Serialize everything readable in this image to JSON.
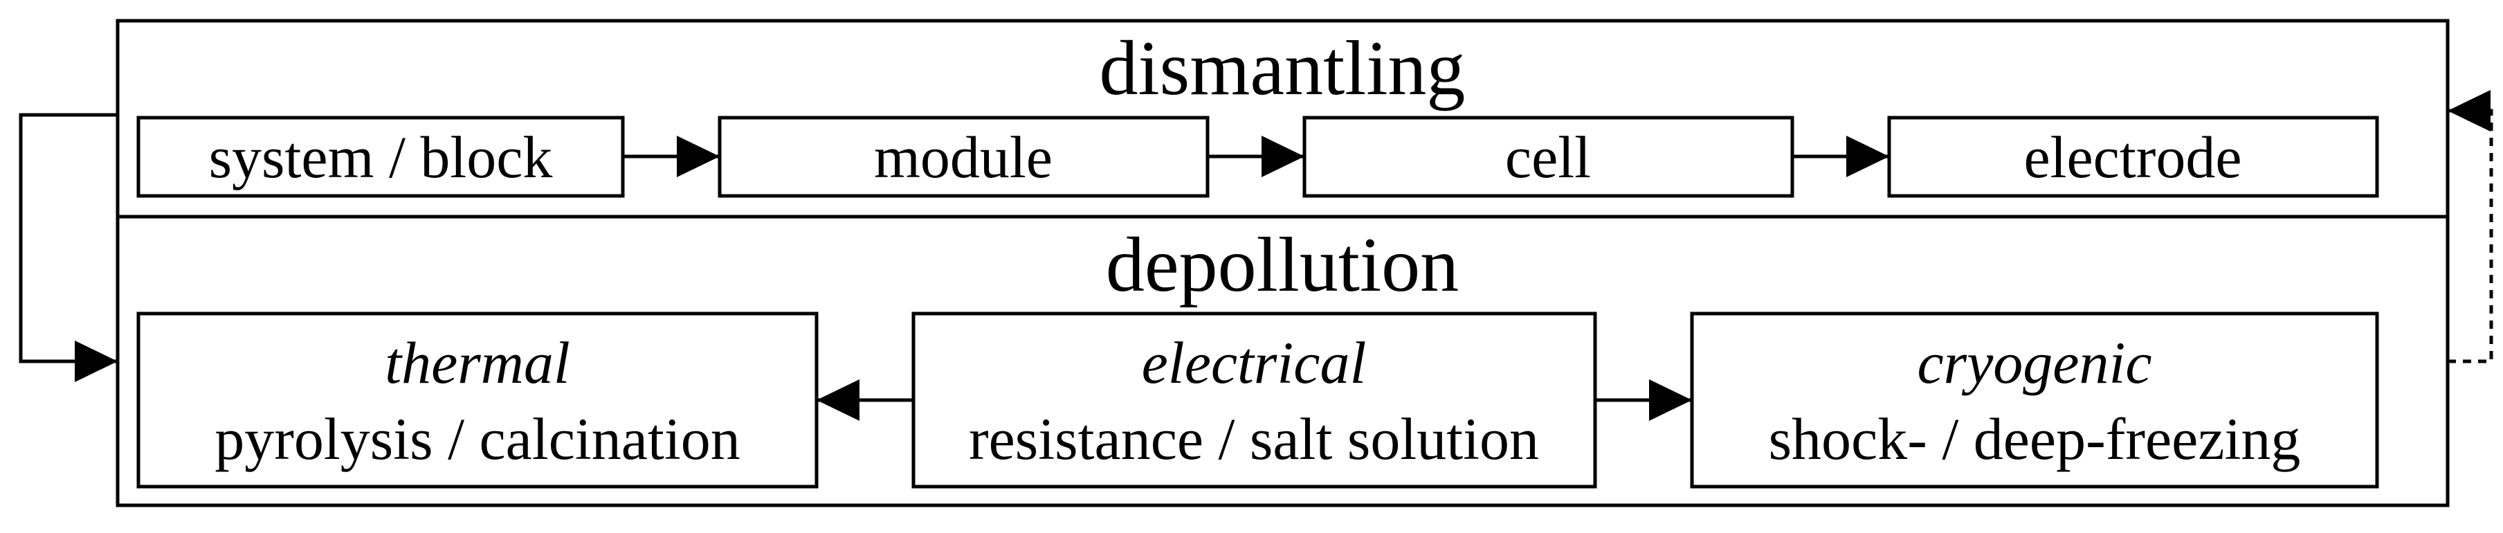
{
  "dismantling": {
    "title": "dismantling",
    "steps": [
      {
        "label": "system / block"
      },
      {
        "label": "module"
      },
      {
        "label": "cell"
      },
      {
        "label": "electrode"
      }
    ]
  },
  "depollution": {
    "title": "depollution",
    "methods": [
      {
        "category": "thermal",
        "detail": "pyrolysis / calcination"
      },
      {
        "category": "electrical",
        "detail": "resistance / salt solution"
      },
      {
        "category": "cryogenic",
        "detail": "shock- / deep-freezing"
      }
    ]
  }
}
